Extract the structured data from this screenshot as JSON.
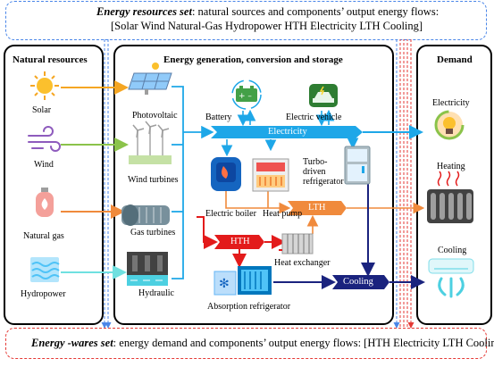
{
  "header": {
    "title": "Energy resources set",
    "description": ": natural sources and components’ output energy flows:",
    "members": "[Solar  Wind  Natural-Gas  Hydropower  HTH  Electricity  LTH  Cooling]"
  },
  "footer": {
    "title": "Energy -wares set",
    "description": ": energy demand and components’ output energy flows: [HTH  Electricity  LTH  Cooling]"
  },
  "panels": {
    "natural_resources": "Natural resources",
    "generation": "Energy generation, conversion and storage",
    "demand": "Demand"
  },
  "resources": {
    "solar": "Solar",
    "wind": "Wind",
    "natural_gas": "Natural gas",
    "hydropower": "Hydropower"
  },
  "components": {
    "photovoltaic": "Photovoltaic",
    "wind_turbines": "Wind turbines",
    "gas_turbines": "Gas turbines",
    "hydraulic": "Hydraulic",
    "battery": "Battery",
    "electric_vehicle": "Electric vehicle",
    "electric_boiler": "Electric boiler",
    "heat_pump": "Heat pump",
    "turbo_refrigerator": [
      "Turbo-",
      "driven",
      "refrigerator"
    ],
    "heat_exchanger": "Heat exchanger",
    "absorption_refrigerator": "Absorption refrigerator"
  },
  "carriers": {
    "electricity": "Electricity",
    "lth": "LTH",
    "hth": "HTH",
    "cooling": "Cooling"
  },
  "demand": {
    "electricity": "Electricity",
    "heating": "Heating",
    "cooling": "Cooling"
  },
  "colors": {
    "solar": "#f5a623",
    "wind": "#8bc34a",
    "gas": "#f08a3c",
    "hydro": "#6fe0e0",
    "electricity": "#1ea7e8",
    "lth": "#f08a3c",
    "hth": "#e31b1b",
    "cooling": "#1a237e",
    "resources_border": "#4a86e8",
    "wares_border": "#e53935"
  },
  "icons": [
    "sun-icon",
    "wind-icon",
    "gas-cylinder-icon",
    "water-waves-icon",
    "solar-panel-icon",
    "wind-turbine-icon",
    "gas-turbine-icon",
    "hydro-dam-icon",
    "battery-icon",
    "electric-car-icon",
    "electric-boiler-icon",
    "heat-pump-icon",
    "refrigerator-icon",
    "radiator-icon",
    "absorption-chiller-icon",
    "lightbulb-icon",
    "heater-icon",
    "air-conditioner-icon"
  ]
}
